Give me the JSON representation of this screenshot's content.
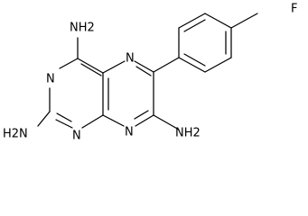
{
  "structure": {
    "atoms": {
      "nh2_top": "NH2",
      "nh2_left": "H2N",
      "nh2_right": "NH2",
      "fluorine": "F",
      "n1": "N",
      "n2": "N",
      "n3": "N",
      "n4": "N"
    }
  },
  "colors": {
    "bond": "#000000",
    "background": "#ffffff"
  }
}
